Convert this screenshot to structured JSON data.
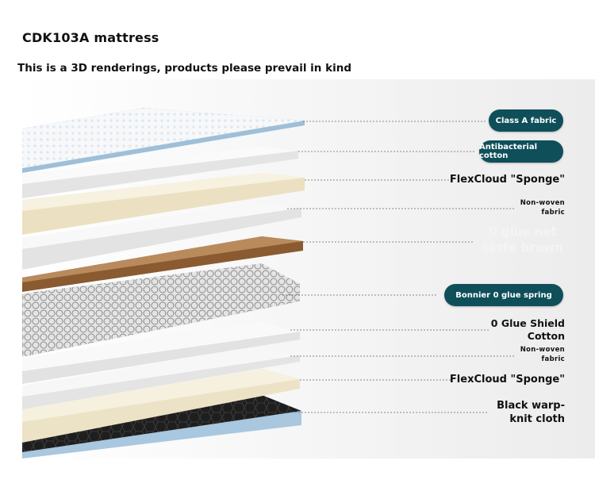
{
  "header": {
    "title": "CDK103A mattress",
    "subtitle": "This is a 3D renderings, products please prevail in kind"
  },
  "labels": {
    "class_a_fabric": "Class A fabric",
    "antibacterial_cotton": "Antibacterial cotton",
    "flexcloud_top": "FlexCloud \"Sponge\"",
    "nonwoven_1": [
      "Non-woven",
      "fabric"
    ],
    "glue_net": [
      "0 glue net",
      "taste brown"
    ],
    "bonnier": "Bonnier 0 glue spring",
    "shield_cotton": [
      "0 Glue Shield",
      "Cotton"
    ],
    "nonwoven_2": [
      "Non-woven",
      "fabric"
    ],
    "flexcloud_bottom": "FlexCloud \"Sponge\"",
    "black_warp": [
      "Black warp-",
      "knit cloth"
    ]
  },
  "colors": {
    "pill_bg": "#0f4f5a",
    "sponge": "#efe6c8",
    "brown": "#8a5a30",
    "blue_edge": "#9fbfd8"
  }
}
